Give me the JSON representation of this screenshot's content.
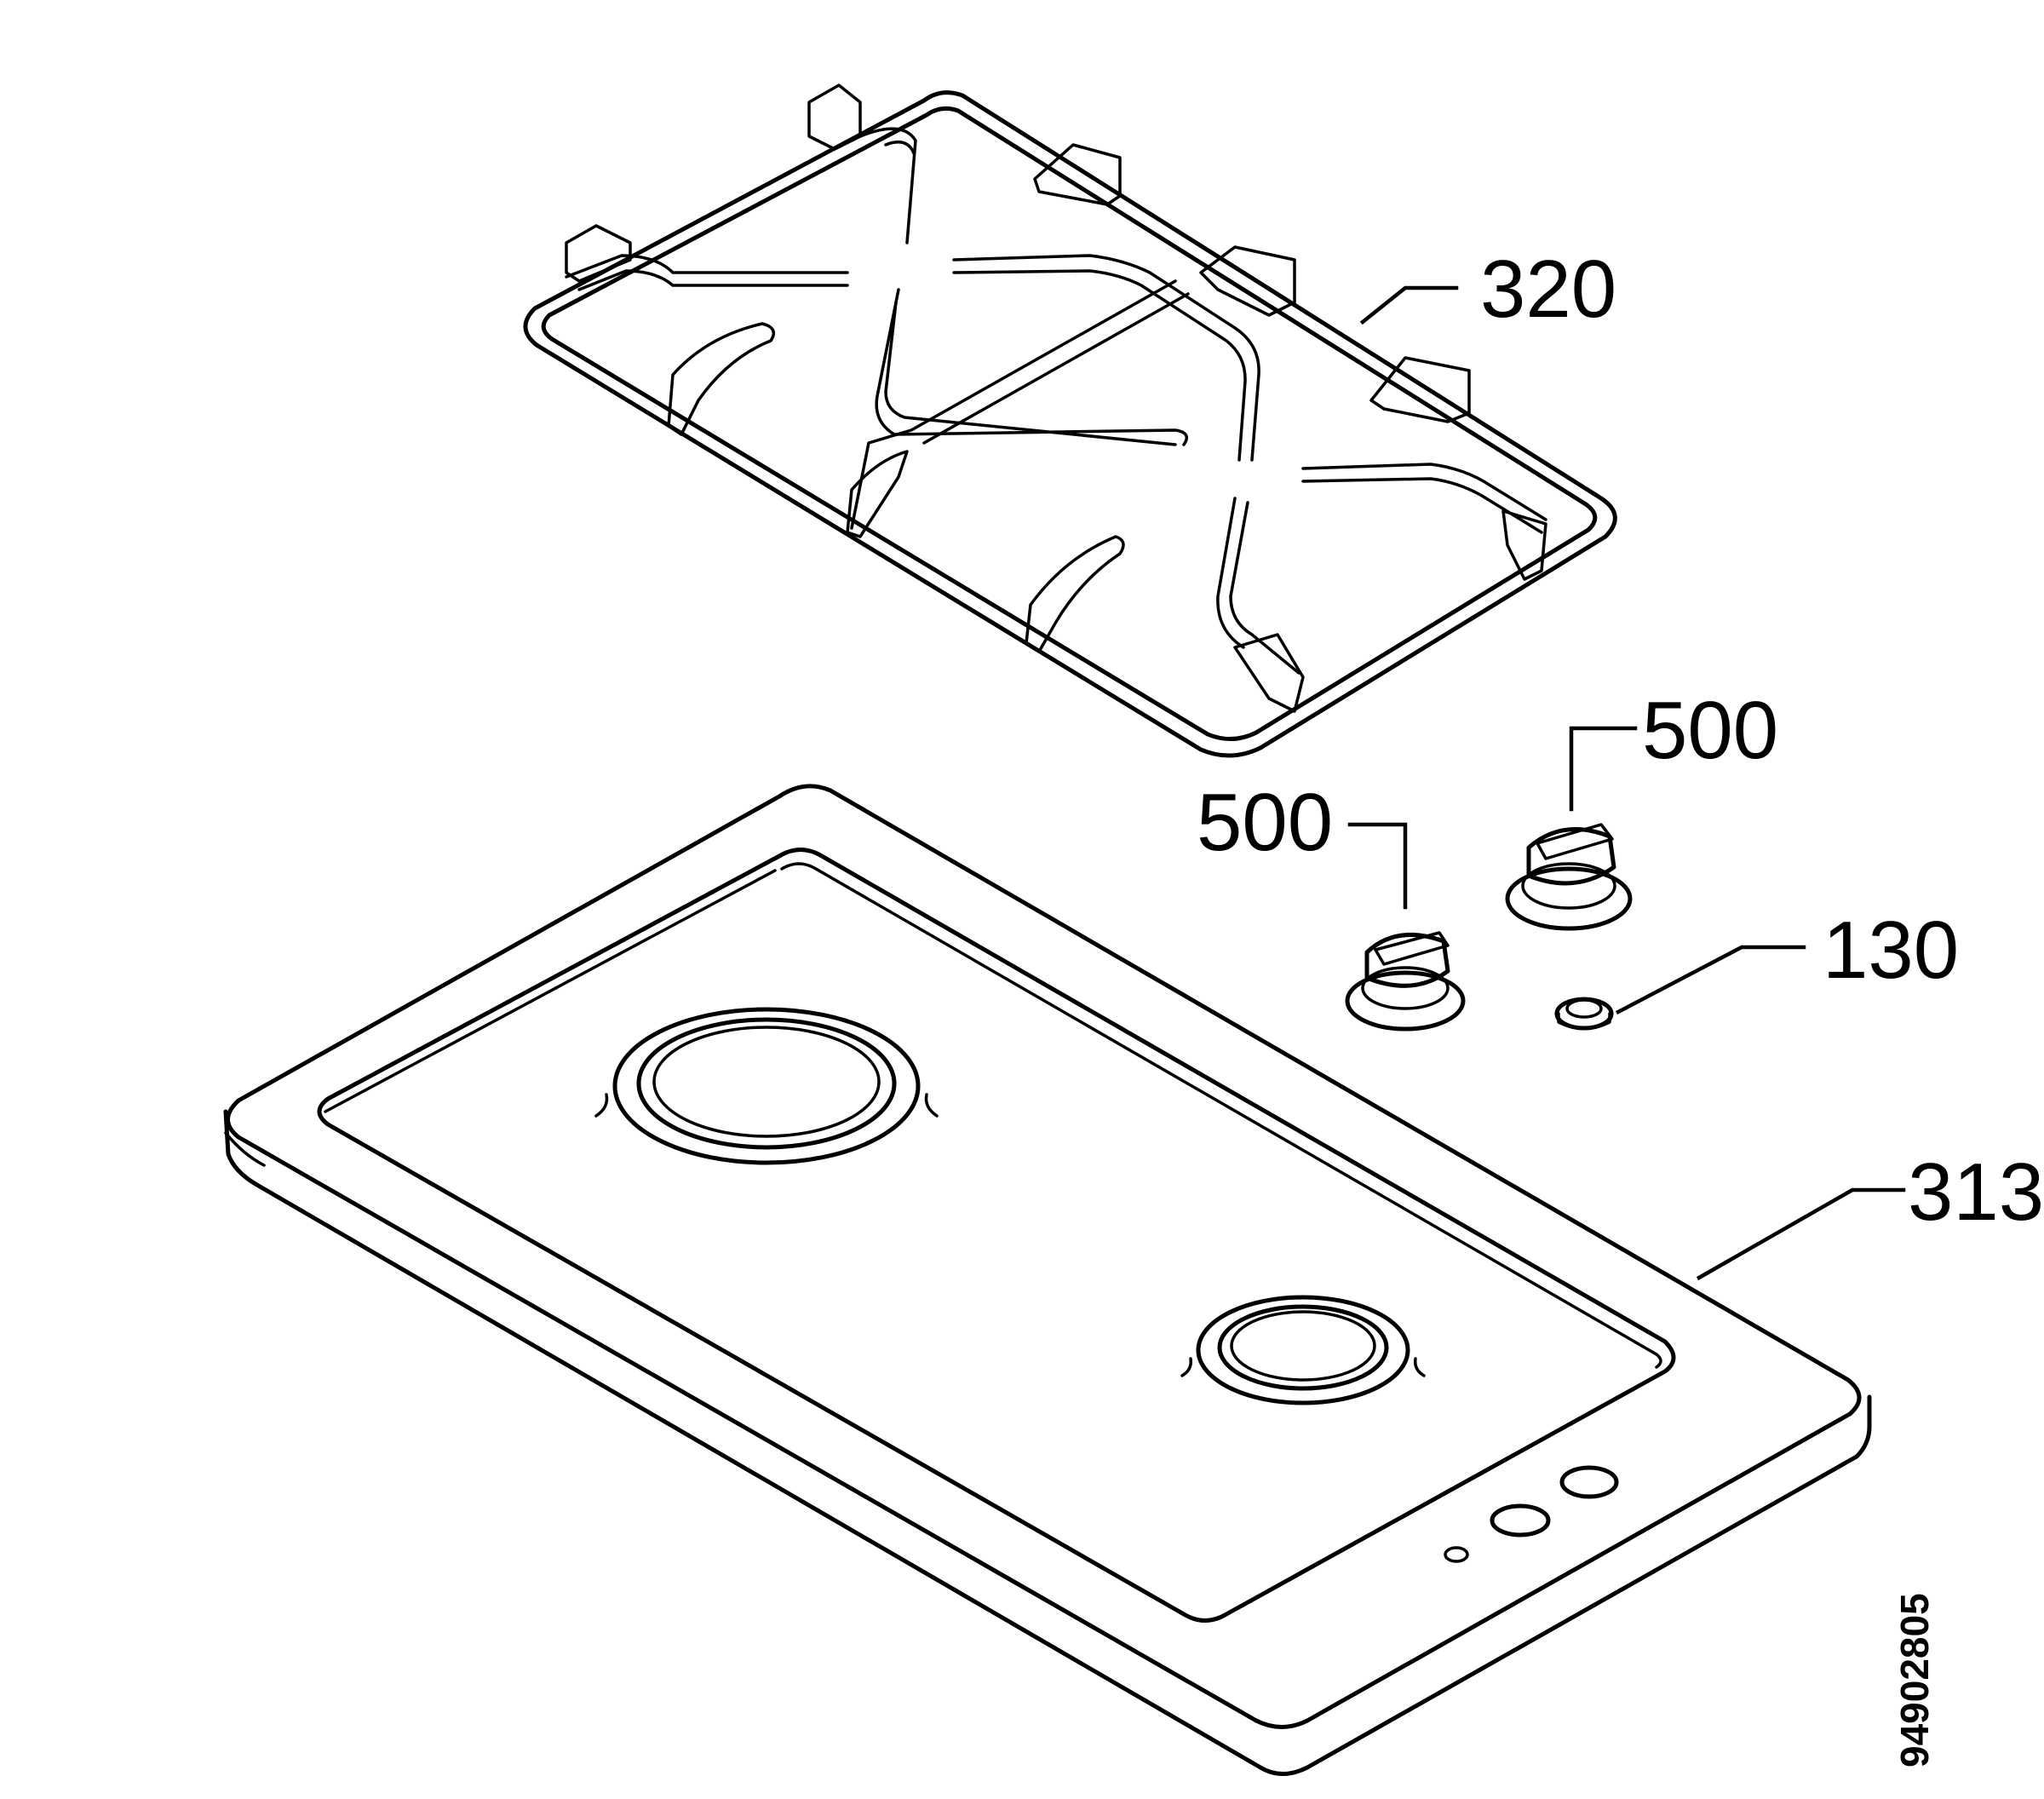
{
  "labels": {
    "grate": "320",
    "knob_left": "500",
    "knob_right": "500",
    "nut": "130",
    "hob": "313"
  },
  "document_code": "94902805"
}
